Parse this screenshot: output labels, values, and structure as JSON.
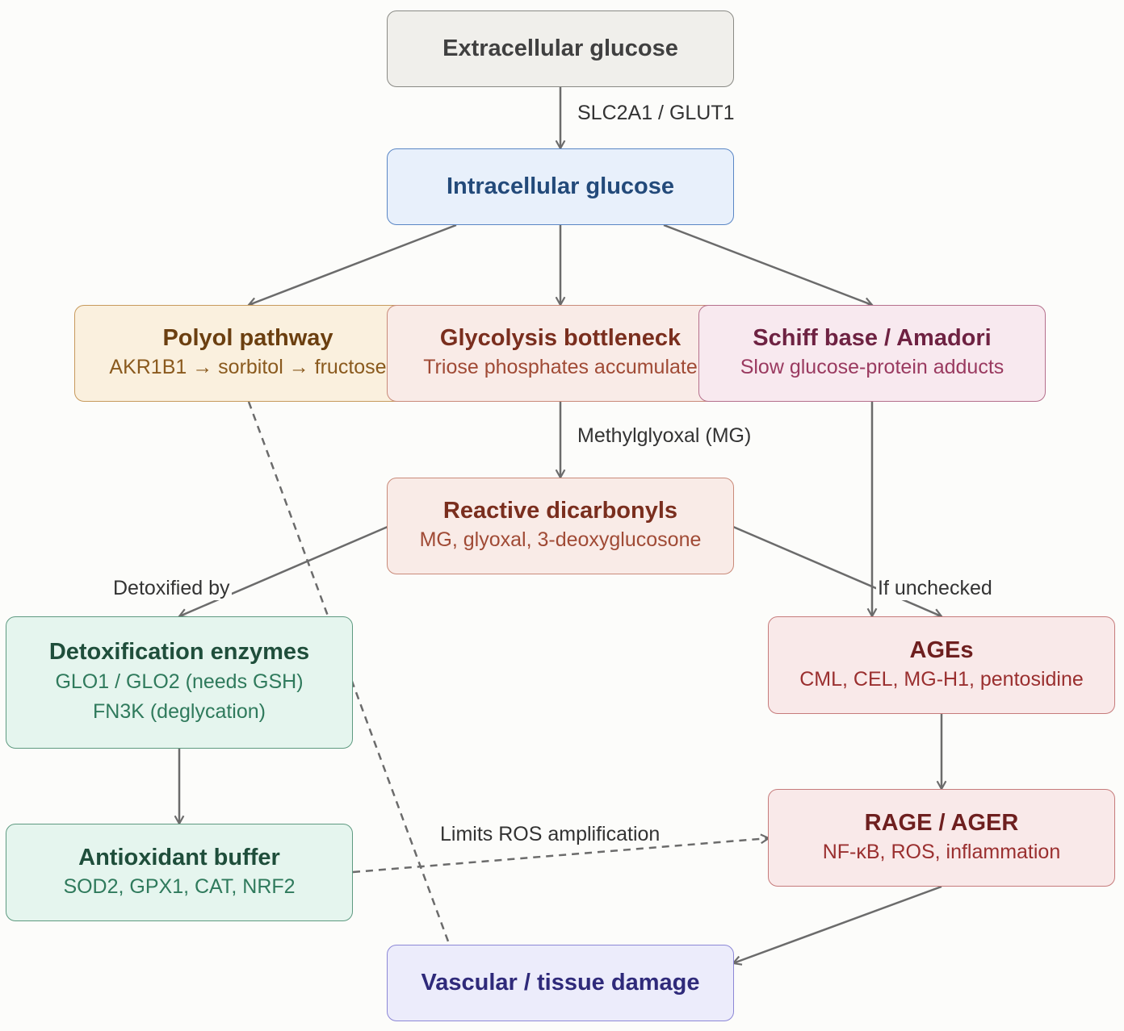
{
  "nodes": {
    "extracellular": {
      "title": "Extracellular glucose"
    },
    "intracellular": {
      "title": "Intracellular glucose"
    },
    "polyol": {
      "title": "Polyol pathway",
      "sub": "AKR1B1 → sorbitol → fructose"
    },
    "glycolysis": {
      "title": "Glycolysis bottleneck",
      "sub": "Triose phosphates accumulate"
    },
    "schiff": {
      "title": "Schiff base / Amadori",
      "sub": "Slow glucose-protein adducts"
    },
    "dicarbonyls": {
      "title": "Reactive dicarbonyls",
      "sub": "MG, glyoxal, 3-deoxyglucosone"
    },
    "detox": {
      "title": "Detoxification enzymes",
      "sub1": "GLO1 / GLO2 (needs GSH)",
      "sub2": "FN3K (deglycation)"
    },
    "ages": {
      "title": "AGEs",
      "sub": "CML, CEL, MG-H1, pentosidine"
    },
    "antioxidant": {
      "title": "Antioxidant buffer",
      "sub": "SOD2, GPX1, CAT, NRF2"
    },
    "rage": {
      "title": "RAGE / AGER",
      "sub": "NF-κB, ROS, inflammation"
    },
    "damage": {
      "title": "Vascular / tissue damage"
    }
  },
  "edge_labels": {
    "transport": "SLC2A1 / GLUT1",
    "mg": "Methylglyoxal (MG)",
    "detoxified": "Detoxified by",
    "unchecked": "If unchecked",
    "limits": "Limits ROS amplification"
  },
  "colors": {
    "edge": "#6b6b6b",
    "extracellular": {
      "fill": "#f0efeb",
      "border": "#8a8a85",
      "text": "#404040"
    },
    "intracellular": {
      "fill": "#e8f0fb",
      "border": "#5a86c5",
      "text": "#234a7a"
    },
    "polyol": {
      "fill": "#faf0de",
      "border": "#c79a5c",
      "text": "#6b3f10"
    },
    "glycolysis": {
      "fill": "#f9ebe7",
      "border": "#c98a79",
      "text": "#7a2e1e"
    },
    "schiff": {
      "fill": "#f8e9ef",
      "border": "#b5708c",
      "text": "#6e2242"
    },
    "detox": {
      "fill": "#e5f5ee",
      "border": "#5e9a80",
      "text": "#1f4e3b"
    },
    "ages": {
      "fill": "#f9e9e9",
      "border": "#c67b7b",
      "text": "#6e1f1f"
    },
    "damage": {
      "fill": "#ececfb",
      "border": "#8c87d6",
      "text": "#2f2a7a"
    }
  }
}
